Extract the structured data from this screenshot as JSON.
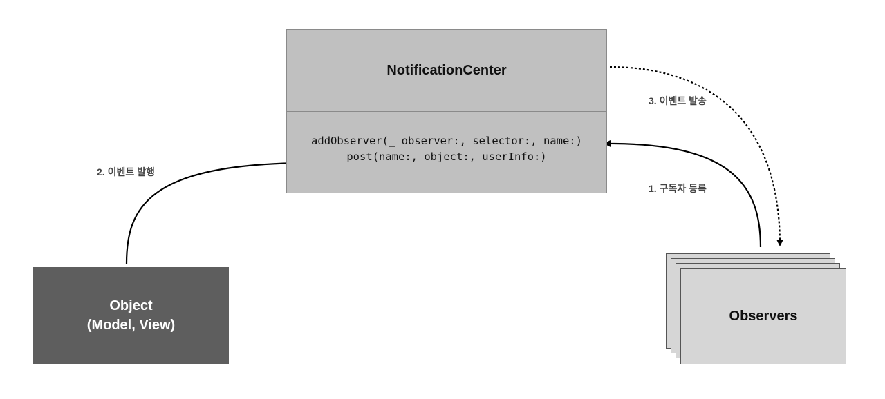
{
  "notification_center": {
    "title": "NotificationCenter",
    "methods": [
      "addObserver(_ observer:, selector:, name:)",
      "post(name:, object:, userInfo:)"
    ]
  },
  "object_box": {
    "line1": "Object",
    "line2": "(Model, View)"
  },
  "observers_box": {
    "label": "Observers"
  },
  "steps": {
    "subscribe": "1. 구독자 등록",
    "post": "2. 이벤트 발행",
    "dispatch": "3. 이벤트 발송"
  },
  "colors": {
    "class_box": "#c0c0c0",
    "object_box": "#5e5e5e",
    "observers_box": "#d6d6d6",
    "arrow": "#000000"
  }
}
